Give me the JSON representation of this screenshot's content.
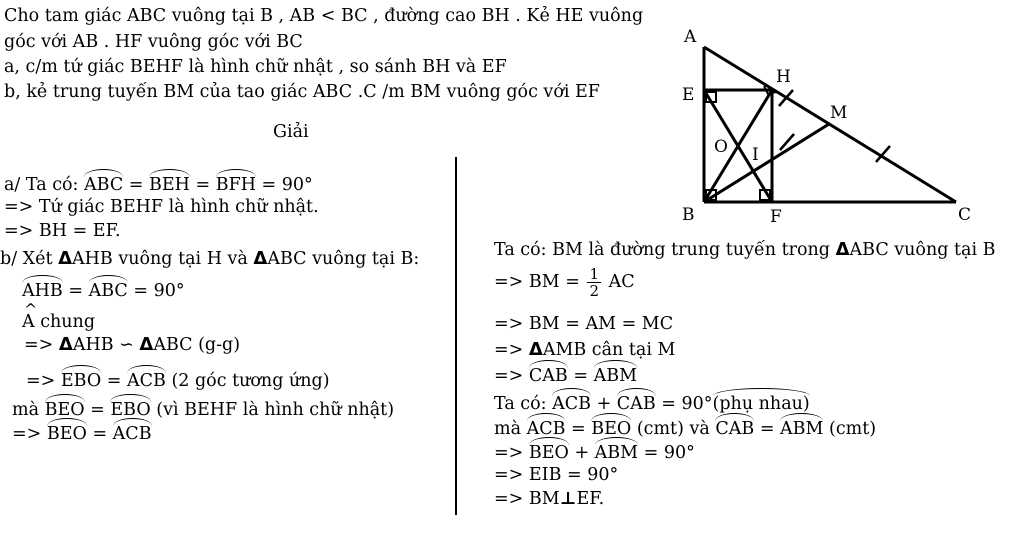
{
  "problem": {
    "line1": "Cho tam giác ABC vuông tại B , AB < BC , đường cao BH . Kẻ HE vuông",
    "line2": "góc với AB . HF vuông góc với BC",
    "line3": "a, c/m tứ giác BEHF là hình chữ nhật , so sánh BH và EF",
    "line4": "b, kẻ trung tuyến BM của tao giác ABC .C /m BM vuông góc với EF"
  },
  "heading": "Giải",
  "part_a": {
    "l1_prefix": "a/ Ta có: ",
    "abc": "ABC",
    "beh": "BEH",
    "bfh": "BFH",
    "eq": " = ",
    "deg90": "90°",
    "l2": "=> Tứ giác BEHF là hình chữ nhật.",
    "l3": "=> BH = EF."
  },
  "part_b": {
    "l1_prefix": "b/ Xét ",
    "tri": "Δ",
    "l1_mid1": "AHB vuông tại H và ",
    "l1_mid2": "ABC vuông tại B:",
    "ahb": "AHB",
    "abc": "ABC",
    "deg90": "90°",
    "a_chung_a": "A",
    "a_chung_rest": " chung",
    "sim_prefix": "=> ",
    "sim_ahb": "AHB",
    "sim_sym": " ∽ ",
    "sim_abc": "ABC",
    "sim_gg": " (g-g)",
    "ebo": "EBO",
    "acb": "ACB",
    "ebo_note": " (2 góc tương ứng)",
    "ma": "mà ",
    "beo": "BEO",
    "beo_note": " (vì BEHF là hình chữ nhật)",
    "arrow": "=> "
  },
  "right": {
    "l1_prefix": "Ta có: BM là đường trung tuyến trong ",
    "l1_suffix": "ABC vuông tại B",
    "l2_prefix": "=> BM = ",
    "frac_num": "1",
    "frac_den": "2",
    "l2_suffix": " AC",
    "l3": "=> BM = AM = MC",
    "l4_prefix": "=> ",
    "l4_rest": "AMB cân tại M",
    "cab": "CAB",
    "abm": "ABM",
    "acb": "ACB",
    "beo": "BEO",
    "ta_co": "Ta có: ",
    "plus": " + ",
    "eq": " = ",
    "deg90": "90°",
    "phu_nhau": " (phụ nhau)",
    "ma": "mà ",
    "cmt_va": " (cmt) và ",
    "cmt": " (cmt)",
    "arrow": "=> ",
    "eib": "=> EIB = 90°",
    "perp_prefix": "=> BM",
    "perp": "⊥",
    "perp_suffix": "EF."
  },
  "figure": {
    "labels": {
      "A": "A",
      "B": "B",
      "C": "C",
      "H": "H",
      "E": "E",
      "F": "F",
      "M": "M",
      "O": "O",
      "I": "I"
    }
  }
}
